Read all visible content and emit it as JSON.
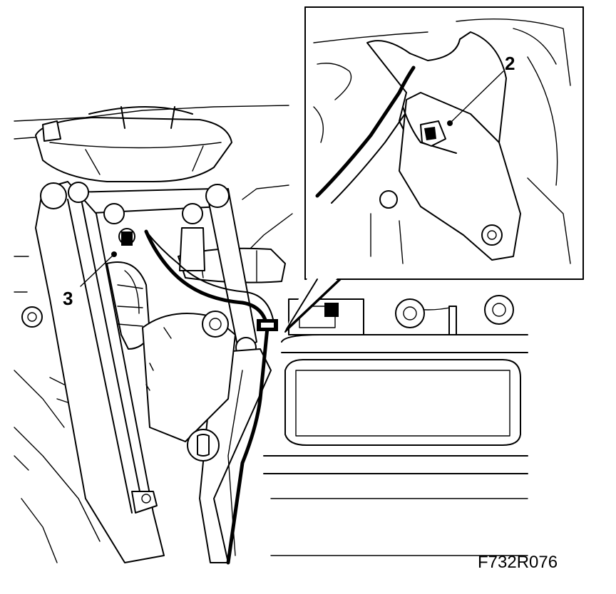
{
  "figure": {
    "callouts": [
      {
        "id": "2",
        "text": "2"
      },
      {
        "id": "3",
        "text": "3"
      }
    ],
    "figure_code": "F732R076",
    "colors": {
      "ink": "#000000",
      "paper": "#ffffff"
    }
  }
}
